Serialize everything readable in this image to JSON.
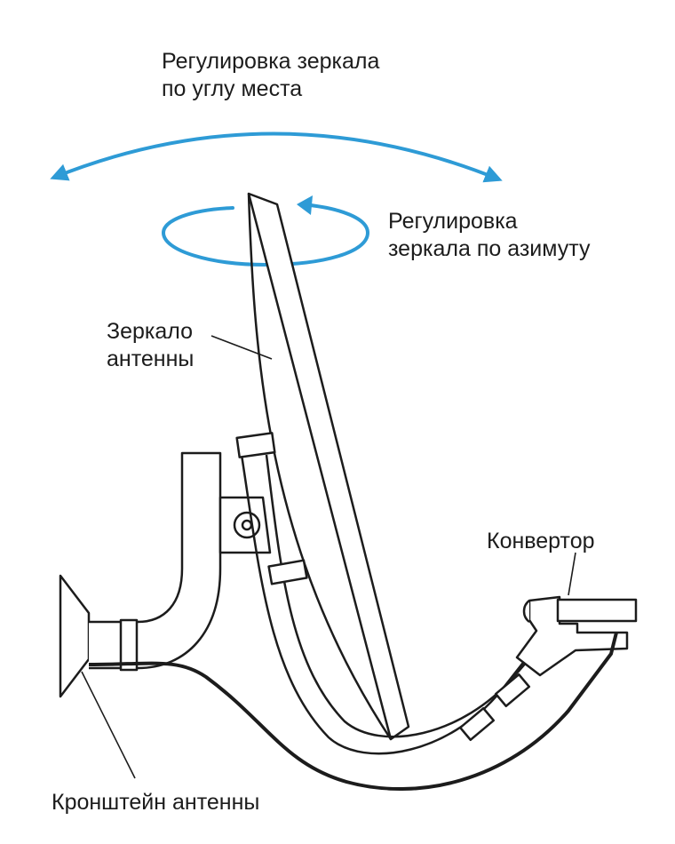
{
  "labels": {
    "elevation": [
      "Регулировка зеркала",
      "по углу места"
    ],
    "azimuth": [
      "Регулировка",
      "зеркала по азимуту"
    ],
    "mirror": [
      "Зеркало",
      "антенны"
    ],
    "converter": "Конвертор",
    "bracket": "Кронштейн антенны"
  },
  "colors": {
    "arrow": "#2e9bd6",
    "line": "#1c1c1c",
    "background": "#ffffff"
  }
}
